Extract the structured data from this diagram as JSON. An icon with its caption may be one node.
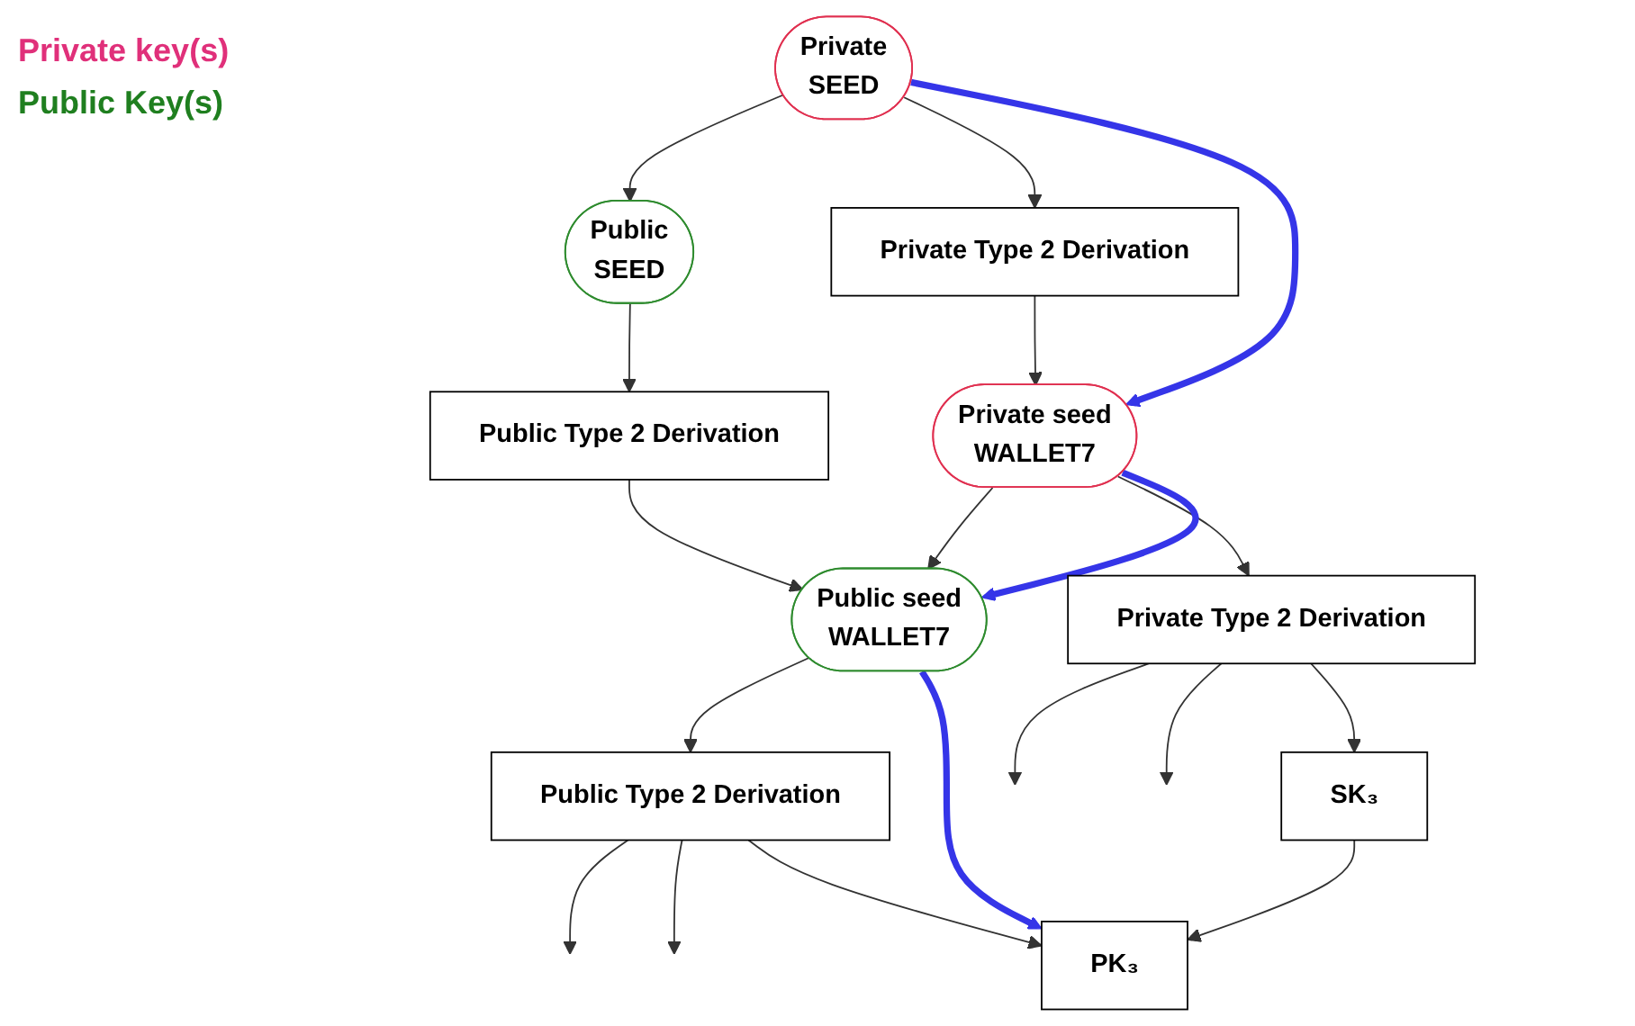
{
  "diagram": {
    "nodes": [
      {
        "text": [
          "Private",
          "SEED"
        ]
      },
      {
        "text": [
          "Public",
          "SEED"
        ]
      },
      {
        "text": [
          "Private Type 2 Derivation"
        ]
      },
      {
        "text": [
          "Public Type 2 Derivation"
        ]
      },
      {
        "text": [
          "Private seed",
          "WALLET7"
        ]
      },
      {
        "text": [
          "Public seed",
          "WALLET7"
        ]
      },
      {
        "text": [
          "Private Type 2 Derivation"
        ]
      },
      {
        "text": [
          "Public Type 2 Derivation"
        ]
      },
      {
        "text": [
          "SK₃"
        ]
      },
      {
        "text": [
          "PK₃"
        ]
      }
    ],
    "edges": [
      {
        "from": 0,
        "to": 1,
        "arrow": "to"
      },
      {
        "from": 0,
        "to": 2,
        "arrow": "to"
      },
      {
        "from": 1,
        "to": 3,
        "arrow": "to"
      },
      {
        "from": 2,
        "to": 4,
        "arrow": "to"
      },
      {
        "from": 3,
        "to": 5,
        "arrow": "to"
      },
      {
        "from": 4,
        "to": 5,
        "arrow": "to"
      },
      {
        "from": 4,
        "to": 6,
        "arrow": "to"
      },
      {
        "from": 5,
        "to": 7,
        "arrow": "to"
      },
      {
        "from": 6,
        "to": null,
        "arrow": "to"
      },
      {
        "from": 6,
        "to": null,
        "arrow": "to"
      },
      {
        "from": 6,
        "to": 8,
        "arrow": "to"
      },
      {
        "from": 7,
        "to": null,
        "arrow": "to"
      },
      {
        "from": 7,
        "to": null,
        "arrow": "to"
      },
      {
        "from": 7,
        "to": 9,
        "arrow": "to"
      },
      {
        "from": 8,
        "to": 9,
        "arrow": "to"
      },
      {
        "from": 0,
        "to": 4,
        "arrow": "to",
        "style": "thick",
        "color": "#3535e8"
      },
      {
        "from": 4,
        "to": 5,
        "arrow": "to",
        "style": "thick",
        "color": "#3535e8"
      },
      {
        "from": 5,
        "to": 9,
        "arrow": "to",
        "style": "thick",
        "color": "#3535e8"
      }
    ],
    "labels": [
      "Private key(s)",
      "Public Key(s)"
    ]
  }
}
